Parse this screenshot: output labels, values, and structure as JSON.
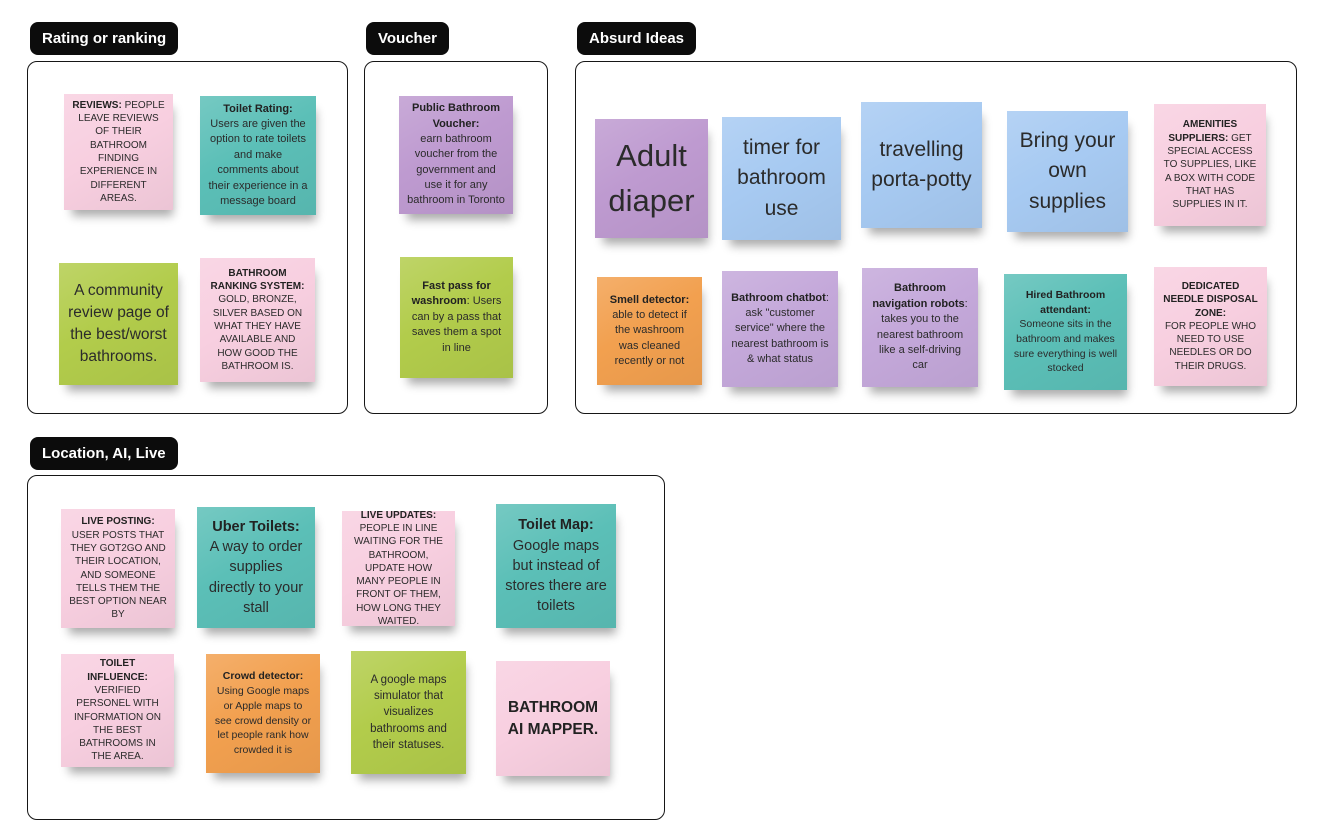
{
  "colors": {
    "pink": "#F8CFE0",
    "teal": "#5BBFB7",
    "green": "#B2CC4B",
    "purple": "#BE9AD0",
    "lavender": "#C4A8DA",
    "blue": "#A7CAF2",
    "orange": "#F2A04F",
    "label_bg": "#0C0C0C",
    "label_text": "#FFFFFF"
  },
  "sections": [
    {
      "label": "Rating or ranking",
      "notes": [
        {
          "color": "pink",
          "title": "REVIEWS:",
          "body": " PEOPLE LEAVE REVIEWS OF THEIR BATHROOM FINDING EXPERIENCE IN DIFFERENT AREAS."
        },
        {
          "color": "teal",
          "title": "Toilet Rating:",
          "body": "Users are given the option to rate toilets and make comments about their experience in a message board"
        },
        {
          "color": "green",
          "title": "",
          "body": "A community review page of the best/worst bathrooms."
        },
        {
          "color": "pink",
          "title": "BATHROOM RANKING SYSTEM:",
          "body": " GOLD, BRONZE, SILVER BASED ON WHAT THEY HAVE AVAILABLE AND HOW GOOD THE BATHROOM IS."
        }
      ]
    },
    {
      "label": "Voucher",
      "notes": [
        {
          "color": "purple",
          "title": "Public Bathroom Voucher:",
          "body": "earn bathroom voucher from the government and use it for any bathroom in Toronto"
        },
        {
          "color": "green",
          "title": "Fast pass for washroom",
          "body": ": Users can by a pass that saves them a spot in line"
        }
      ]
    },
    {
      "label": "Absurd Ideas",
      "notes": [
        {
          "color": "purple",
          "title": "",
          "body": "Adult diaper"
        },
        {
          "color": "blue",
          "title": "",
          "body": "timer for bathroom use"
        },
        {
          "color": "blue",
          "title": "",
          "body": "travelling porta-potty"
        },
        {
          "color": "blue",
          "title": "",
          "body": "Bring your own supplies"
        },
        {
          "color": "pink",
          "title": "AMENITIES SUPPLIERS:",
          "body": " GET SPECIAL ACCESS TO SUPPLIES, LIKE A BOX WITH CODE THAT HAS SUPPLIES IN IT."
        },
        {
          "color": "orange",
          "title": "Smell detector:",
          "body": "able to detect if the washroom was cleaned recently or not"
        },
        {
          "color": "lavender",
          "title": "Bathroom chatbot",
          "body": ": ask \"customer service\" where the nearest bathroom is & what status"
        },
        {
          "color": "lavender",
          "title": "Bathroom navigation robots",
          "body": ": takes you to the nearest bathroom like a self-driving car"
        },
        {
          "color": "teal",
          "title": "Hired Bathroom attendant:",
          "body": "Someone sits in the bathroom and makes sure everything is well stocked"
        },
        {
          "color": "pink",
          "title": "DEDICATED NEEDLE DISPOSAL ZONE:",
          "body": "FOR PEOPLE WHO NEED TO USE NEEDLES OR DO THEIR DRUGS."
        }
      ]
    },
    {
      "label": "Location, AI, Live",
      "notes": [
        {
          "color": "pink",
          "title": "LIVE POSTING:",
          "body": " USER POSTS THAT THEY GOT2GO AND THEIR LOCATION, AND SOMEONE TELLS THEM THE BEST OPTION NEAR BY"
        },
        {
          "color": "teal",
          "title": "Uber Toilets:",
          "body": "A way to order supplies directly to your stall"
        },
        {
          "color": "pink",
          "title": "LIVE UPDATES:",
          "body": " PEOPLE IN LINE WAITING FOR THE BATHROOM, UPDATE HOW MANY PEOPLE IN FRONT OF THEM, HOW LONG THEY WAITED."
        },
        {
          "color": "teal",
          "title": "Toilet Map:",
          "body": "Google maps but instead of stores there are toilets"
        },
        {
          "color": "pink",
          "title": "TOILET INFLUENCE:",
          "body": "VERIFIED PERSONEL WITH INFORMATION ON THE BEST BATHROOMS IN THE AREA."
        },
        {
          "color": "orange",
          "title": "Crowd detector:",
          "body": "Using Google maps or Apple maps to see crowd density or let people rank how crowded it is"
        },
        {
          "color": "green",
          "title": "",
          "body": "A google maps simulator that visualizes bathrooms and their statuses."
        },
        {
          "color": "pink",
          "title": "BATHROOM AI MAPPER.",
          "body": ""
        }
      ]
    }
  ]
}
